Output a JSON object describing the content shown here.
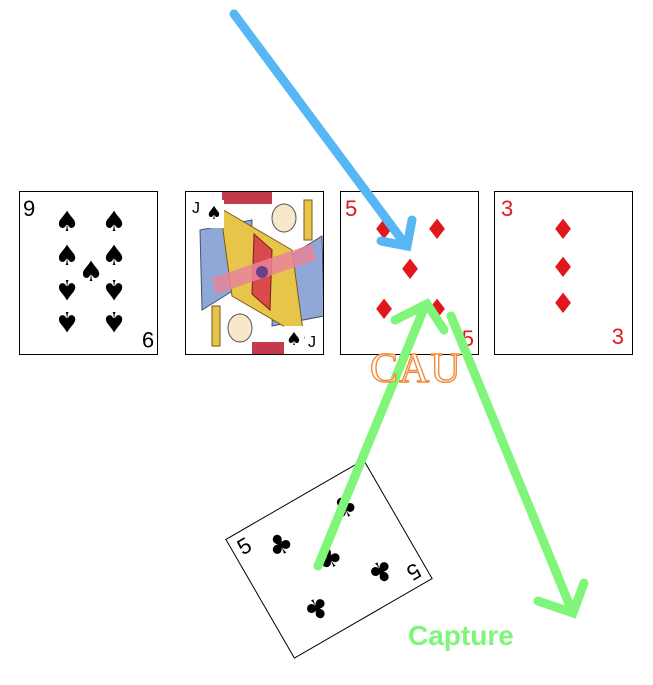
{
  "table_cards": [
    {
      "rank": "9",
      "suit": "spades",
      "suit_symbol": "♠",
      "color": "#000000"
    },
    {
      "rank": "J",
      "suit": "spades",
      "suit_symbol": "♠",
      "color": "#000000"
    },
    {
      "rank": "5",
      "suit": "diamonds",
      "suit_symbol": "♦",
      "color": "#e0181c"
    },
    {
      "rank": "3",
      "suit": "diamonds",
      "suit_symbol": "♦",
      "color": "#e0181c"
    }
  ],
  "played_card": {
    "rank": "5",
    "suit": "clubs",
    "suit_symbol": "♣",
    "color": "#000000"
  },
  "annotations": {
    "cau_label": "CAU",
    "capture_label": "Capture"
  },
  "colors": {
    "blue_arrow": "#57b7f5",
    "green_arrow": "#7ff57a",
    "cau_outline": "#f28a3c"
  }
}
